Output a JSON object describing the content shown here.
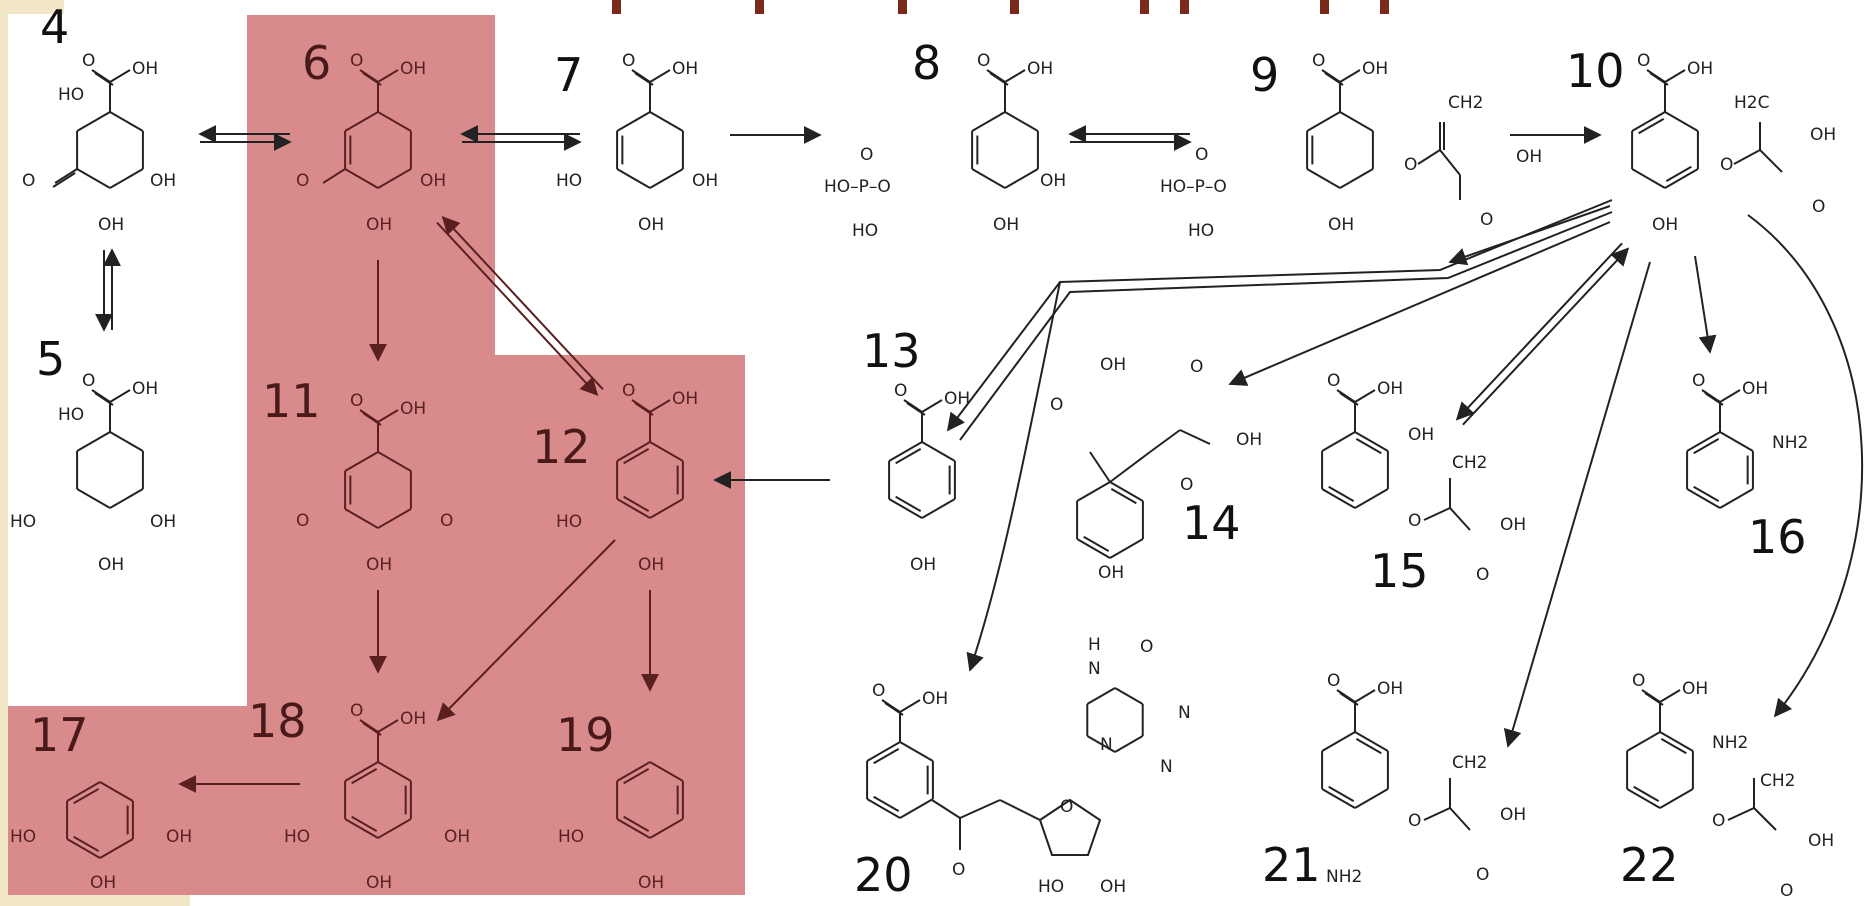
{
  "diagram": {
    "compound_labels": [
      "4",
      "5",
      "6",
      "7",
      "8",
      "9",
      "10",
      "11",
      "12",
      "13",
      "14",
      "15",
      "16",
      "17",
      "18",
      "19",
      "20",
      "21",
      "22"
    ],
    "atoms": {
      "oh": "OH",
      "ho": "HO",
      "o": "O",
      "p": "P",
      "nh2": "NH2",
      "ch2": "CH2",
      "h2c": "H2C",
      "n": "N",
      "h": "H"
    },
    "colors": {
      "highlight": "#d98b8b",
      "bond": "#222222",
      "bond_on_highlight": "#5a2020",
      "label": "#111111",
      "label_on_highlight": "#4a1a1a",
      "top_marks": "#7a2a1a",
      "frame": "#f1e7c6"
    }
  }
}
